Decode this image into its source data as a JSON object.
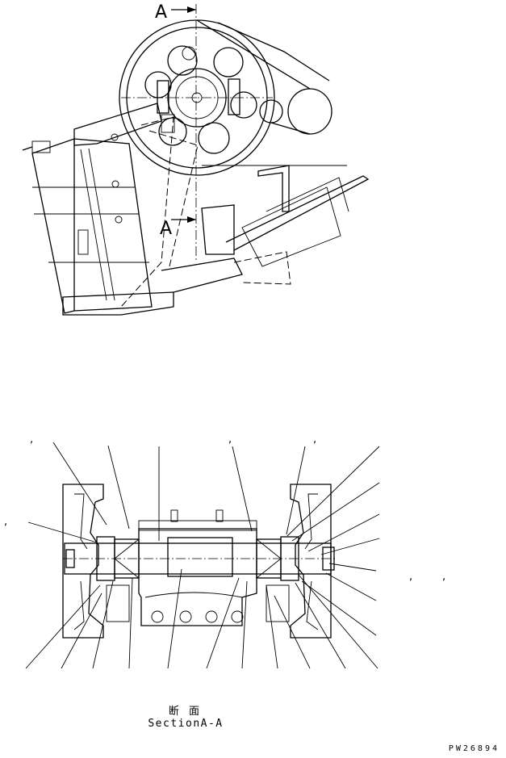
{
  "drawing": {
    "section_marker_top": "A",
    "section_marker_mid": "A",
    "section_caption_jp": "断 面",
    "section_caption_en": "SectionA-A",
    "drawing_code": "PW26894",
    "callout_marks": [
      ",",
      ",",
      ",",
      ",",
      ",",
      ","
    ]
  }
}
